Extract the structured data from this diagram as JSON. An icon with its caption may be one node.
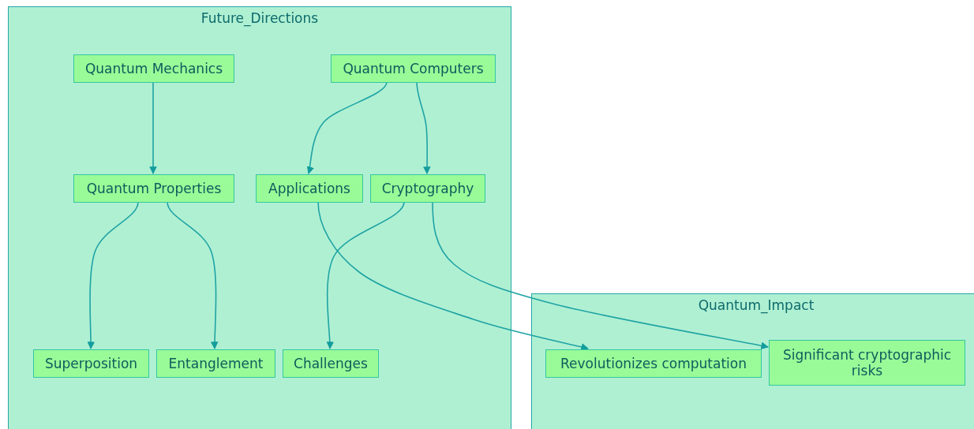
{
  "diagram": {
    "nodes": [
      {
        "text": [
          "Future_Directions"
        ]
      },
      {
        "text": [
          "Quantum Mechanics"
        ],
        "in": 0
      },
      {
        "text": [
          "Quantum Computers"
        ],
        "in": 0
      },
      {
        "text": [
          "Quantum Properties"
        ],
        "in": 0
      },
      {
        "text": [
          "Applications"
        ],
        "in": 0
      },
      {
        "text": [
          "Cryptography"
        ],
        "in": 0
      },
      {
        "text": [
          "Superposition"
        ],
        "in": 0
      },
      {
        "text": [
          "Entanglement"
        ],
        "in": 0
      },
      {
        "text": [
          "Challenges"
        ],
        "in": 0
      },
      {
        "text": [
          "Quantum_Impact"
        ]
      },
      {
        "text": [
          "Revolutionizes computation"
        ],
        "in": 9
      },
      {
        "text": [
          "Significant cryptographic risks"
        ],
        "in": 9
      }
    ],
    "edges": [
      {
        "from": 1,
        "to": 3,
        "arrow": "to"
      },
      {
        "from": 2,
        "to": 4,
        "arrow": "to"
      },
      {
        "from": 2,
        "to": 5,
        "arrow": "to"
      },
      {
        "from": 3,
        "to": 6,
        "arrow": "to"
      },
      {
        "from": 3,
        "to": 7,
        "arrow": "to"
      },
      {
        "from": 5,
        "to": 8,
        "arrow": "to"
      },
      {
        "from": 4,
        "to": 10,
        "arrow": "to"
      },
      {
        "from": 5,
        "to": 11,
        "arrow": "to"
      }
    ]
  }
}
